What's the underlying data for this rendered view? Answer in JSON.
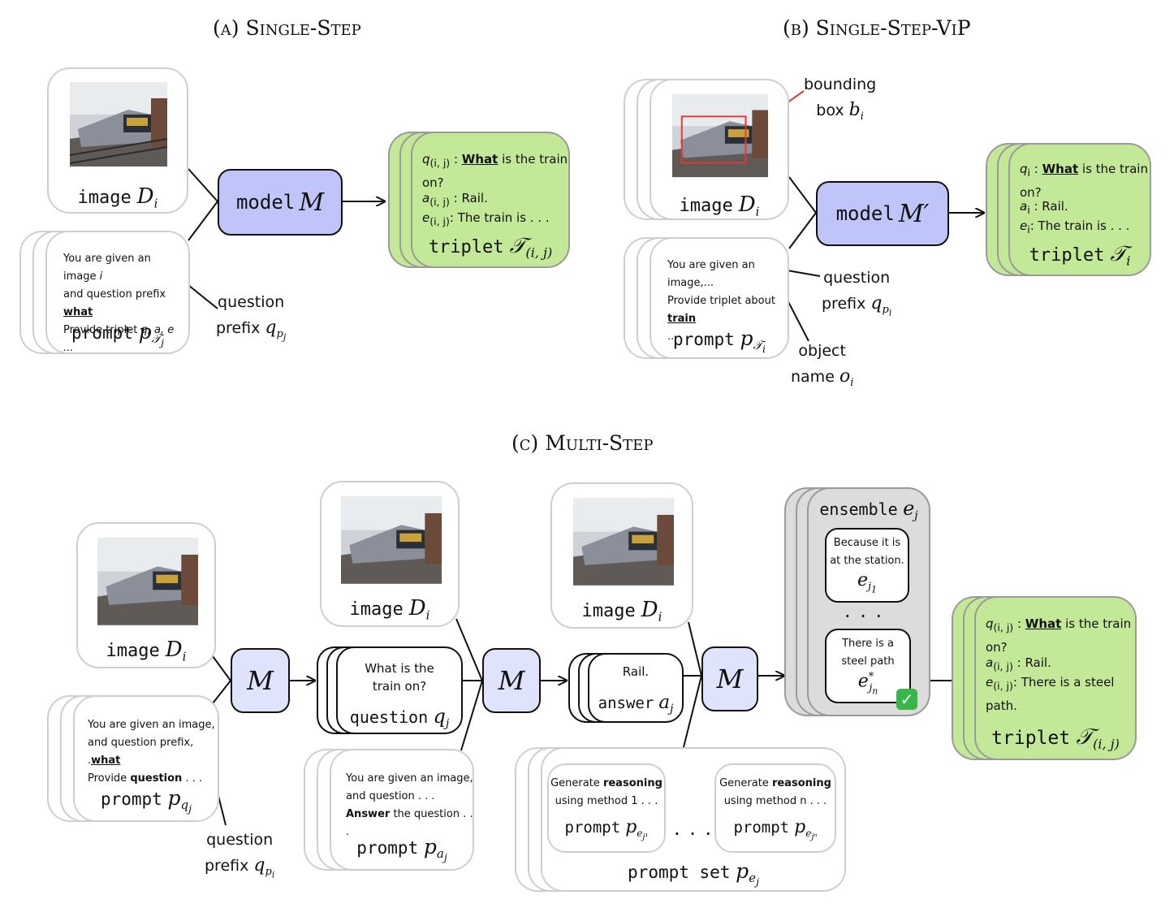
{
  "panels": {
    "a_title": "(a) Single-Step",
    "b_title": "(b) Single-Step-ViP",
    "c_title": "(c) Multi-Step"
  },
  "common": {
    "image": "image",
    "prompt": "prompt",
    "model": "model",
    "triplet": "triplet",
    "question": "question",
    "answer": "answer",
    "ensemble": "ensemble",
    "prompt_set": "prompt set",
    "M": "M",
    "M_prime": "M′",
    "D_i": "D",
    "sub_i": "i",
    "dots": ". . .",
    "question_label": "question",
    "prefix_label": "prefix",
    "rail": "Rail.",
    "what": "What",
    "train_q": "is the train on?",
    "train_is": ": The train is . . ."
  },
  "panel_a": {
    "prompt_lines": [
      "You are given an image",
      "and question prefix",
      "Provide triplet"
    ],
    "prompt_word_i": "i",
    "prompt_word_what": "what",
    "prompt_tail": "q, a, e ...",
    "triplet_sub": "(i, j)"
  },
  "panel_b": {
    "bbox_label_1": "bounding",
    "bbox_label_2": "box",
    "prompt_lines": [
      "You are given an image,...",
      "Provide triplet about",
      "..."
    ],
    "prompt_word_train": "train",
    "object_label_1": "object",
    "object_label_2": "name"
  },
  "panel_c": {
    "question_text": "What is the train on?",
    "prompt_q_lines": [
      "You are given an image,",
      "and question prefix, .",
      "Provide"
    ],
    "prompt_q_what": "what",
    "prompt_q_bold": "question",
    "prompt_q_tail": ". . .",
    "prompt_a_lines": [
      "You are given an image,",
      "and question . . .",
      "the question . . ."
    ],
    "prompt_a_bold": "Answer",
    "ens_1": [
      "Because it is",
      "at the station."
    ],
    "ens_n": [
      "There is a",
      "steel path"
    ],
    "gen_1": [
      "Generate",
      "reasoning",
      "using method 1 . . ."
    ],
    "gen_n": [
      "Generate",
      "reasoning",
      "using method n . . ."
    ],
    "triplet_e": ": There is a steel path."
  }
}
